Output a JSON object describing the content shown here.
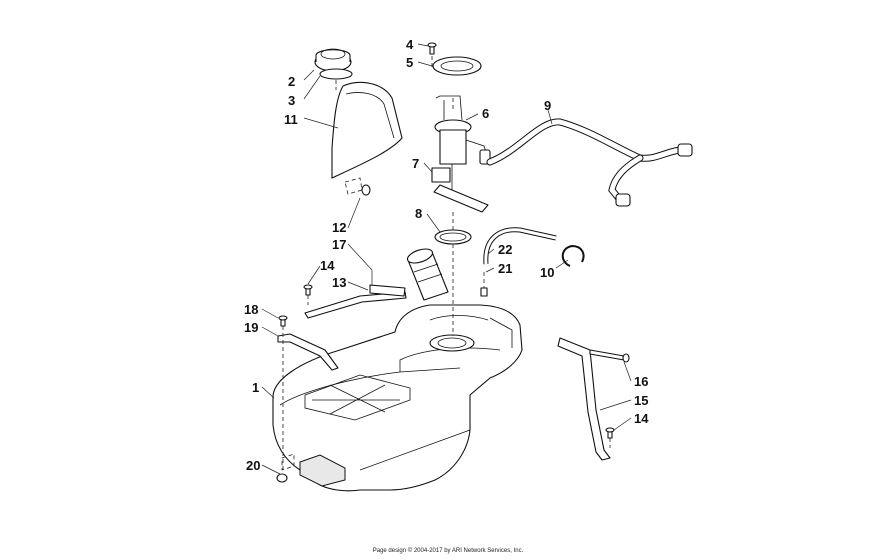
{
  "footer": "Page design © 2004-2017 by ARI Network Services, Inc.",
  "callouts": [
    "1",
    "2",
    "3",
    "4",
    "5",
    "6",
    "7",
    "8",
    "9",
    "10",
    "11",
    "12",
    "13",
    "14",
    "14",
    "15",
    "16",
    "17",
    "18",
    "19",
    "20",
    "21",
    "22"
  ]
}
